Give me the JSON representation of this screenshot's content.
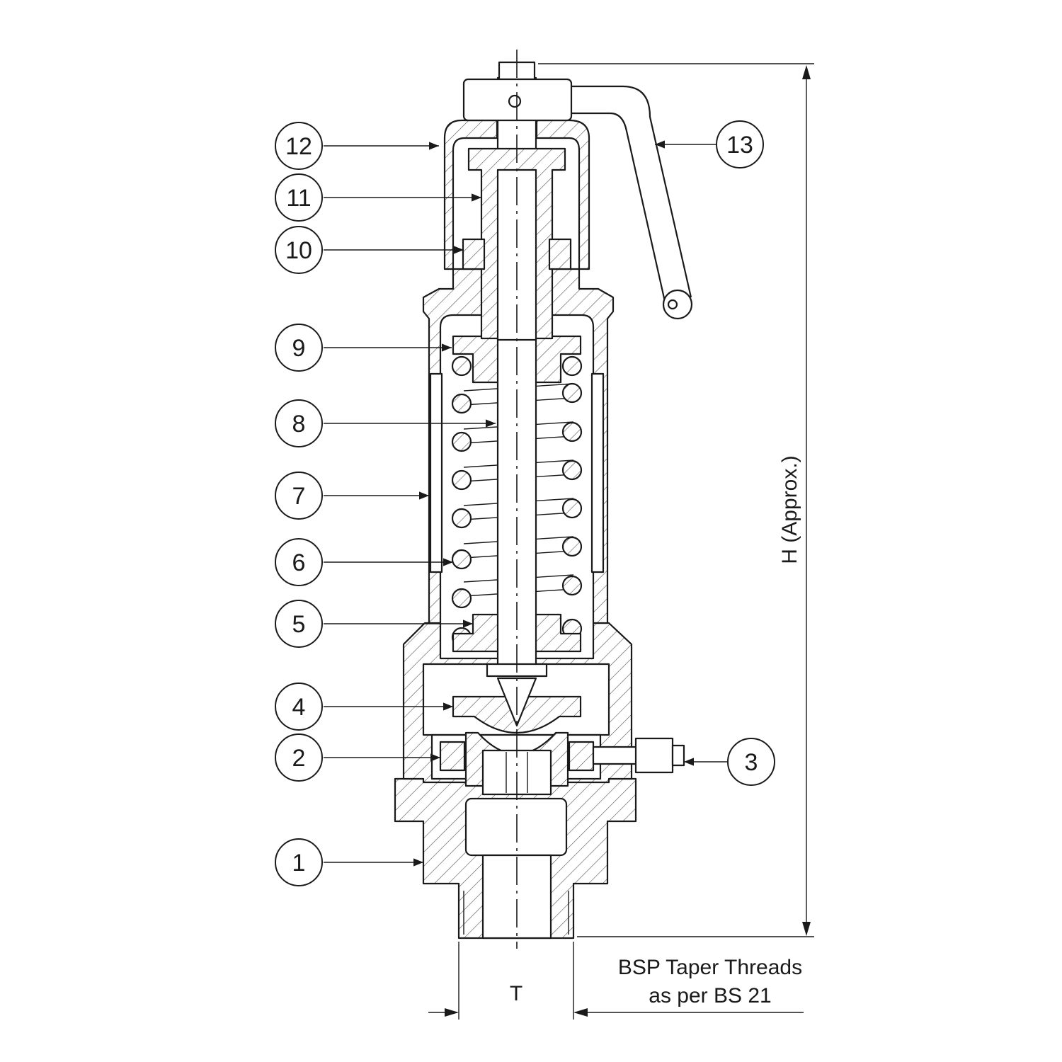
{
  "diagram": {
    "callouts": [
      {
        "id": "1",
        "label": "1"
      },
      {
        "id": "2",
        "label": "2"
      },
      {
        "id": "3",
        "label": "3"
      },
      {
        "id": "4",
        "label": "4"
      },
      {
        "id": "5",
        "label": "5"
      },
      {
        "id": "6",
        "label": "6"
      },
      {
        "id": "7",
        "label": "7"
      },
      {
        "id": "8",
        "label": "8"
      },
      {
        "id": "9",
        "label": "9"
      },
      {
        "id": "10",
        "label": "10"
      },
      {
        "id": "11",
        "label": "11"
      },
      {
        "id": "12",
        "label": "12"
      },
      {
        "id": "13",
        "label": "13"
      }
    ],
    "dimensions": {
      "height_label": "H (Approx.)",
      "thread_label": "T",
      "note_line1": "BSP Taper Threads",
      "note_line2": "as per BS 21"
    }
  }
}
